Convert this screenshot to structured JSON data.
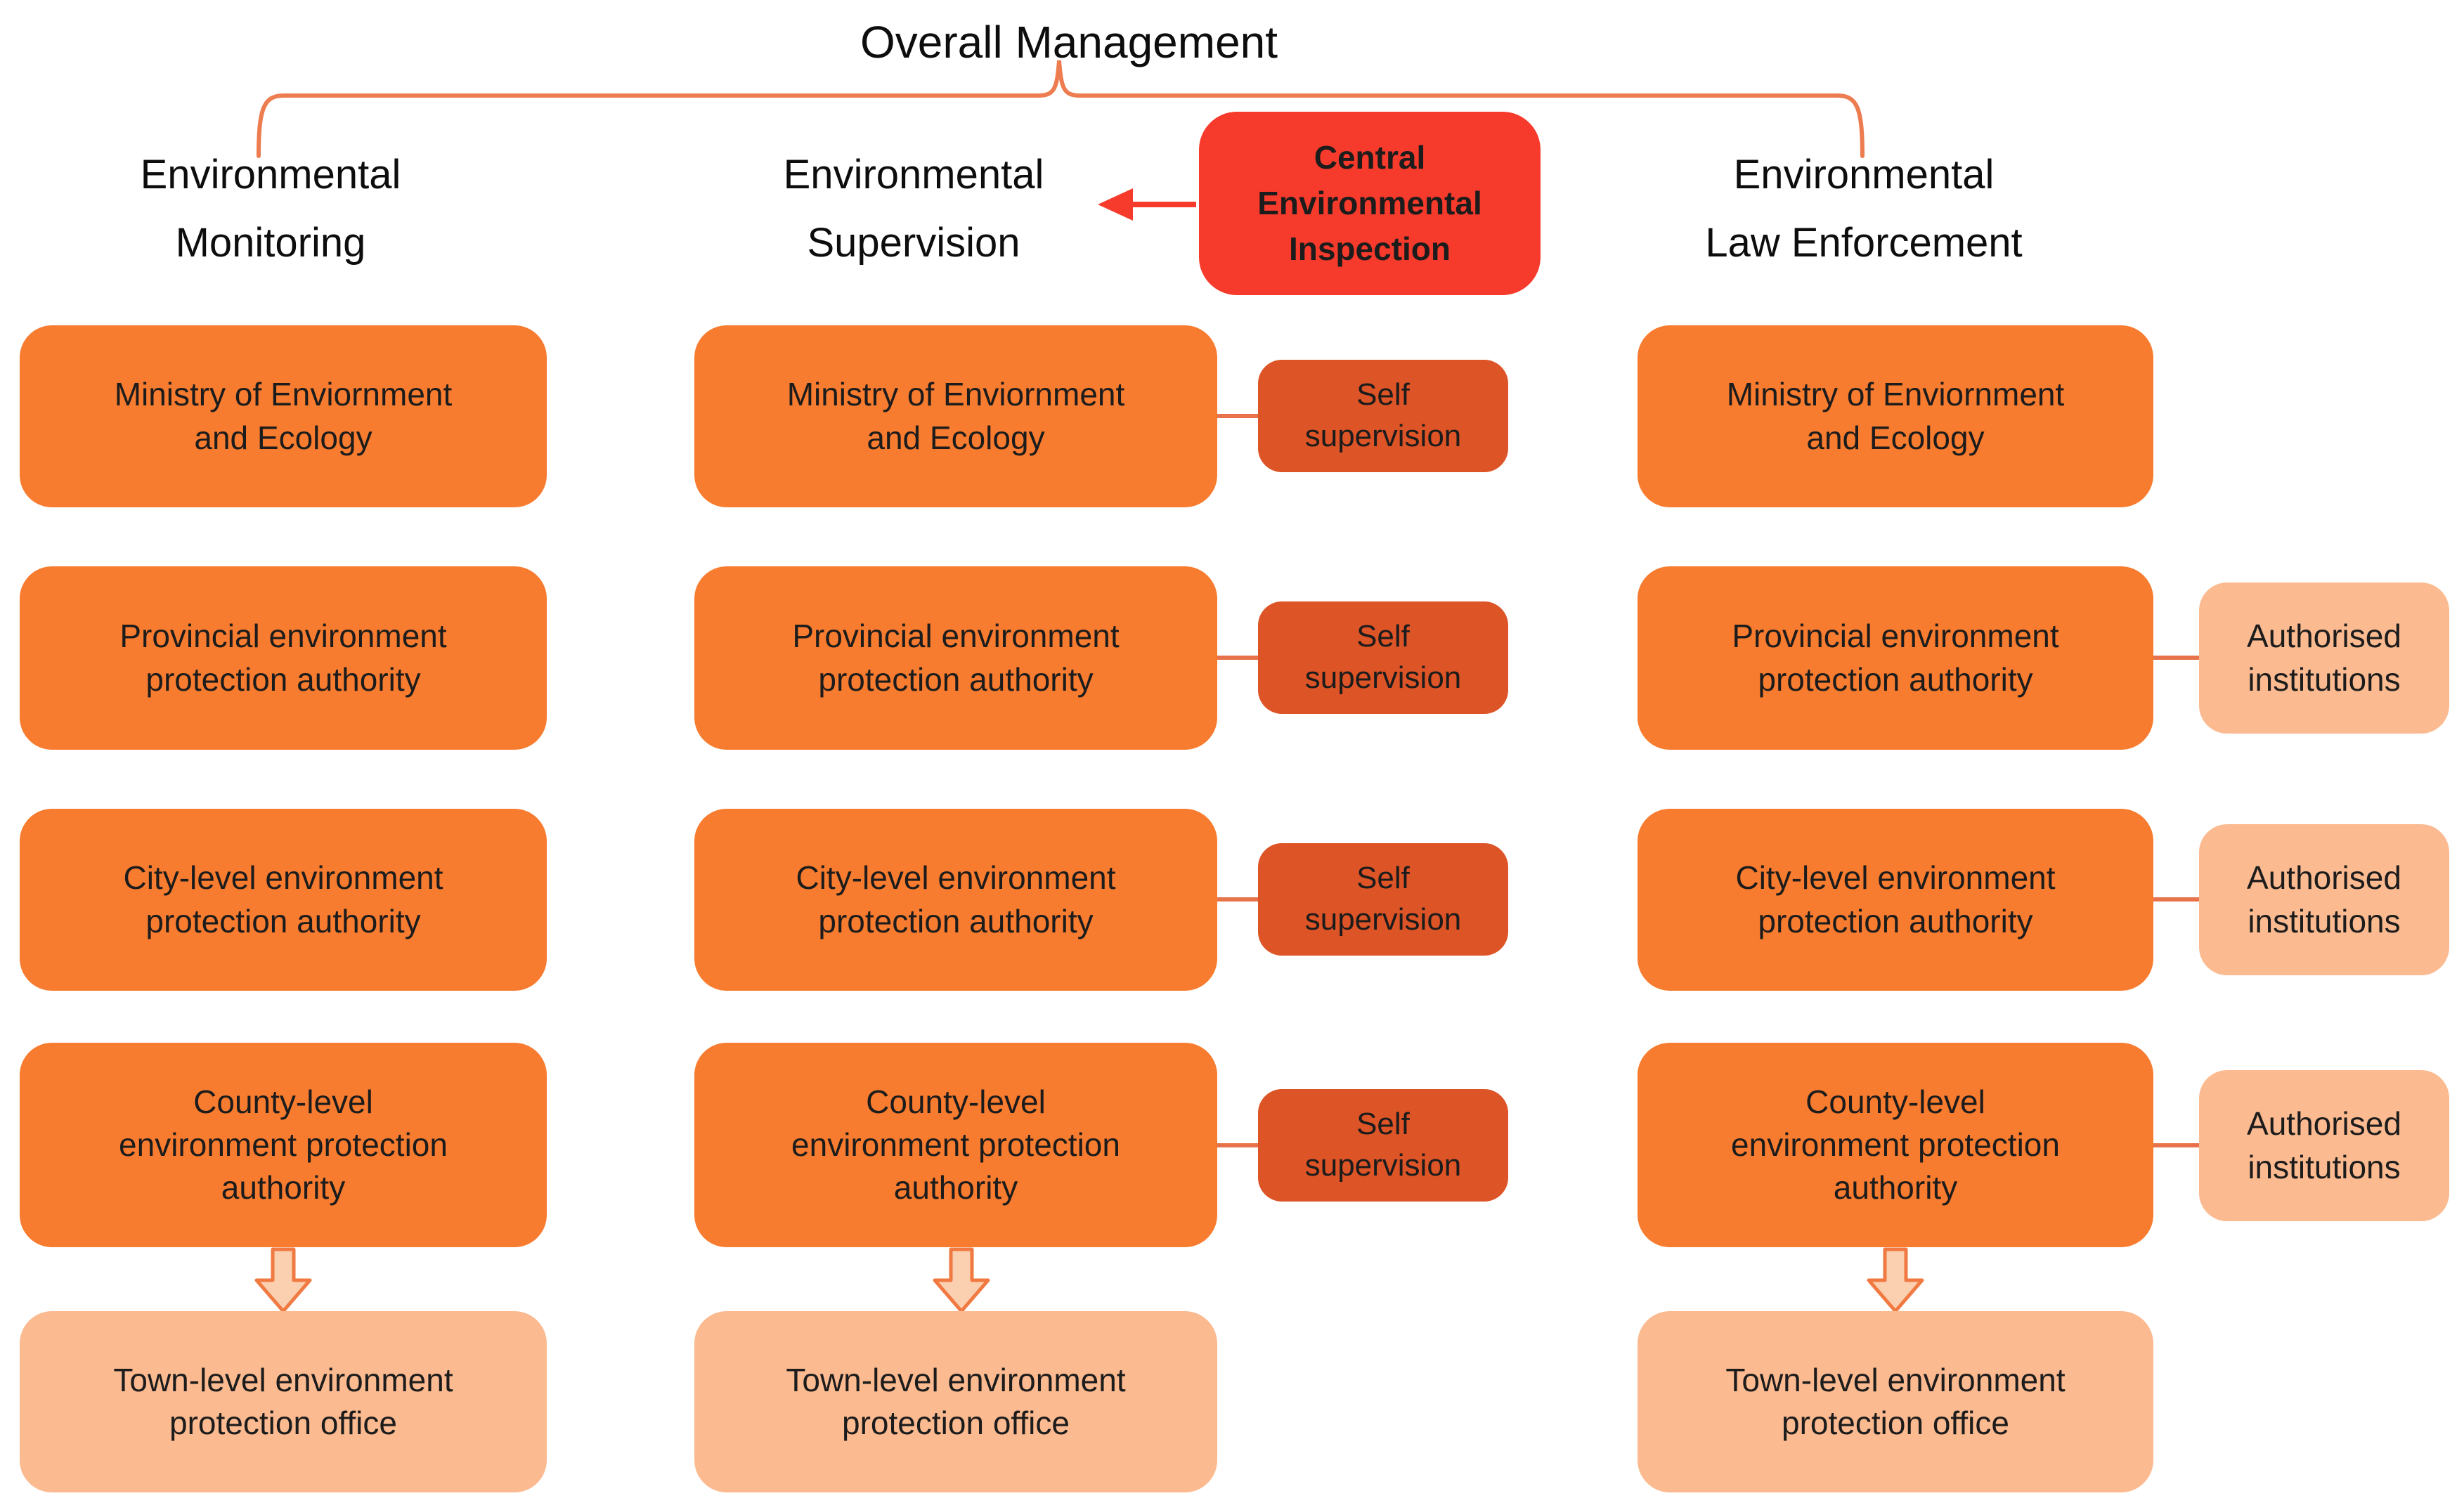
{
  "colors": {
    "box_orange": "#F87C2F",
    "box_dark_orange": "#DD5426",
    "box_peach": "#FBBA90",
    "box_red": "#F63A2B",
    "bracket_line": "#ED7C50",
    "connector_line": "#E8734B",
    "arrow_fill": "#FBD0B0",
    "arrow_outline": "#F07A42",
    "text_dark": "#1C1C1C"
  },
  "title": "Overall Management",
  "central_inspection": {
    "label": "Central\nEnvironmental\nInspection"
  },
  "icons": {
    "red_arrow": "left-arrow",
    "down_arrow": "block-down-arrow",
    "bracket": "overall-management-brace"
  },
  "columns": [
    {
      "header": "Environmental\nMonitoring",
      "boxes": [
        {
          "label": "Ministry of Enviornment\nand Ecology"
        },
        {
          "label": "Provincial environment\nprotection authority"
        },
        {
          "label": "City-level environment\nprotection authority"
        },
        {
          "label": "County-level\nenvironment protection\nauthority"
        },
        {
          "label": "Town-level environment\nprotection office"
        }
      ]
    },
    {
      "header": "Environmental\nSupervision",
      "boxes": [
        {
          "label": "Ministry of Enviornment\nand Ecology"
        },
        {
          "label": "Provincial environment\nprotection authority"
        },
        {
          "label": "City-level environment\nprotection authority"
        },
        {
          "label": "County-level\nenvironment protection\nauthority"
        },
        {
          "label": "Town-level environment\nprotection office"
        }
      ],
      "side_boxes": [
        {
          "label": "Self\nsupervision"
        },
        {
          "label": "Self\nsupervision"
        },
        {
          "label": "Self\nsupervision"
        },
        {
          "label": "Self\nsupervision"
        }
      ]
    },
    {
      "header": "Environmental\nLaw Enforcement",
      "boxes": [
        {
          "label": "Ministry of Enviornment\nand Ecology"
        },
        {
          "label": "Provincial environment\nprotection authority"
        },
        {
          "label": "City-level environment\nprotection authority"
        },
        {
          "label": "County-level\nenvironment protection\nauthority"
        },
        {
          "label": "Town-level environment\nprotection office"
        }
      ],
      "side_boxes": [
        {
          "label": "Authorised\ninstitutions"
        },
        {
          "label": "Authorised\ninstitutions"
        },
        {
          "label": "Authorised\ninstitutions"
        }
      ]
    }
  ]
}
